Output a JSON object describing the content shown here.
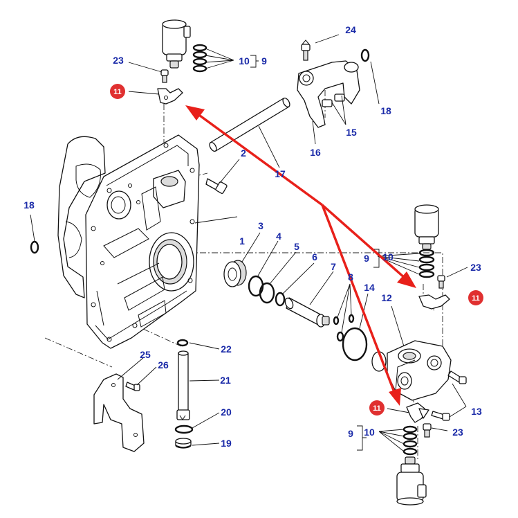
{
  "labels": {
    "l1": "1",
    "l2": "2",
    "l3": "3",
    "l4": "4",
    "l5": "5",
    "l6": "6",
    "l7": "7",
    "l8": "8",
    "l9a": "9",
    "l9b": "9",
    "l9c": "9",
    "l10a": "10",
    "l10b": "10",
    "l10c": "10",
    "l12": "12",
    "l13": "13",
    "l14": "14",
    "l15": "15",
    "l16": "16",
    "l17": "17",
    "l18a": "18",
    "l18b": "18",
    "l19": "19",
    "l20": "20",
    "l21": "21",
    "l22": "22",
    "l23a": "23",
    "l23b": "23",
    "l23c": "23",
    "l24": "24",
    "l25": "25",
    "l26": "26"
  },
  "badges": {
    "b11a": "11",
    "b11b": "11",
    "b11c": "11"
  },
  "colors": {
    "callout_text": "#1a2aa8",
    "badge_fill": "#e03030",
    "arrow": "#e8201a"
  }
}
